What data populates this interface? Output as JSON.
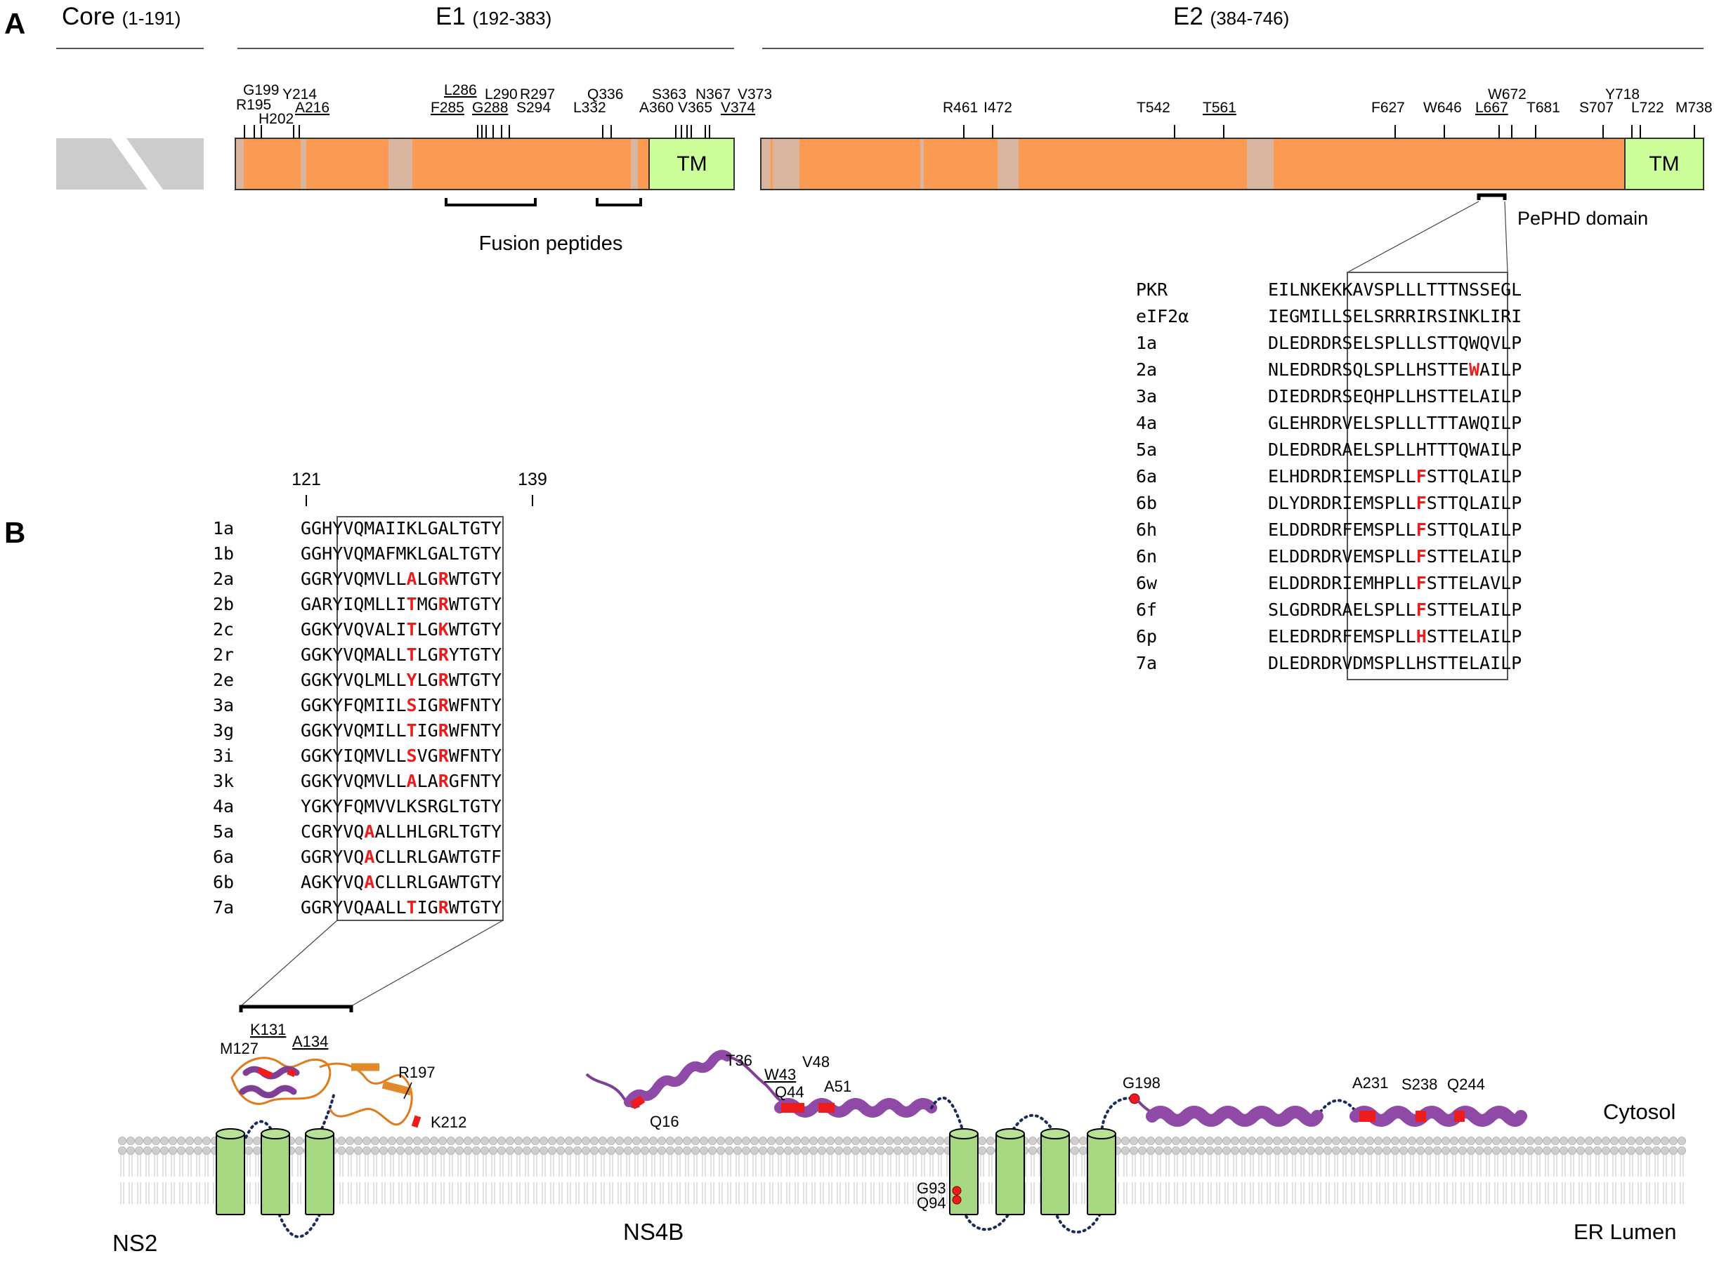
{
  "colors": {
    "domain": "#fb9a52",
    "sub_region": "#d9b5a0",
    "tm": "#ccff99",
    "core": "#cccccc",
    "highlight": "#ee1c1c",
    "helix": "#7e3f94",
    "cylinder": "#a6d882",
    "membrane": "#cccccc"
  },
  "panel_a": {
    "label": "A",
    "headers": {
      "core": "Core",
      "core_range": "(1-191)",
      "e1": "E1",
      "e1_range": "(192-383)",
      "e2": "E2",
      "e2_range": "(384-746)"
    },
    "tm_label": "TM",
    "fusion_label": "Fusion peptides",
    "pephd_label": "PePHD domain",
    "e1_sites": [
      {
        "text": "G199",
        "u": false
      },
      {
        "text": "R195",
        "u": false
      },
      {
        "text": "H202",
        "u": false
      },
      {
        "text": "Y214",
        "u": false
      },
      {
        "text": "A216",
        "u": true
      },
      {
        "text": "L286",
        "u": true
      },
      {
        "text": "F285",
        "u": true
      },
      {
        "text": "G288",
        "u": true
      },
      {
        "text": "L290",
        "u": false
      },
      {
        "text": "R297",
        "u": false
      },
      {
        "text": "S294",
        "u": false
      },
      {
        "text": "Q336",
        "u": false
      },
      {
        "text": "L332",
        "u": false
      },
      {
        "text": "S363",
        "u": false
      },
      {
        "text": "A360",
        "u": false
      },
      {
        "text": "N367",
        "u": false
      },
      {
        "text": "V365",
        "u": false
      },
      {
        "text": "V373",
        "u": false
      },
      {
        "text": "V374",
        "u": true
      }
    ],
    "e2_sites": [
      {
        "text": "R461",
        "u": false
      },
      {
        "text": "I472",
        "u": false
      },
      {
        "text": "T542",
        "u": false
      },
      {
        "text": "T561",
        "u": true
      },
      {
        "text": "F627",
        "u": false
      },
      {
        "text": "W646",
        "u": false
      },
      {
        "text": "W672",
        "u": false
      },
      {
        "text": "L667",
        "u": true
      },
      {
        "text": "T681",
        "u": false
      },
      {
        "text": "Y718",
        "u": false
      },
      {
        "text": "S707",
        "u": false
      },
      {
        "text": "L722",
        "u": false
      },
      {
        "text": "M738",
        "u": false
      }
    ],
    "alignment": [
      {
        "name": "PKR",
        "seq": "EILNKEKKAVSPLLLTTTNSSEGL",
        "hl": []
      },
      {
        "name": "eIF2α",
        "seq": "IEGMILLSELSRRRIRSINKLIRI",
        "hl": []
      },
      {
        "name": "1a",
        "seq": "DLEDRDRSELSPLLLSTTQWQVLP",
        "hl": []
      },
      {
        "name": "2a",
        "seq": "NLEDRDRSQLSPLLHSTTEWAILP",
        "hl": [
          19
        ]
      },
      {
        "name": "3a",
        "seq": "DIEDRDRSEQHPLLHSTTELAILP",
        "hl": []
      },
      {
        "name": "4a",
        "seq": "GLEHRDRVELSPLLLTTTAWQILP",
        "hl": []
      },
      {
        "name": "5a",
        "seq": "DLEDRDRAELSPLLHTTTQWAILP",
        "hl": []
      },
      {
        "name": "6a",
        "seq": "ELHDRDRIEMSPLLFSTTQLAILP",
        "hl": [
          14
        ]
      },
      {
        "name": "6b",
        "seq": "DLYDRDRIEMSPLLFSTTQLAILP",
        "hl": [
          14
        ]
      },
      {
        "name": "6h",
        "seq": "ELDDRDRFEMSPLLFSTTQLAILP",
        "hl": [
          14
        ]
      },
      {
        "name": "6n",
        "seq": "ELDDRDRVEMSPLLFSTTELAILP",
        "hl": [
          14
        ]
      },
      {
        "name": "6w",
        "seq": "ELDDRDRIEMHPLLFSTTELAVLP",
        "hl": [
          14
        ]
      },
      {
        "name": "6f",
        "seq": "SLGDRDRAELSPLLFSTTELAILP",
        "hl": [
          14
        ]
      },
      {
        "name": "6p",
        "seq": "ELEDRDRFEMSPLLHSTTELAILP",
        "hl": [
          14
        ]
      },
      {
        "name": "7a",
        "seq": "DLEDRDRVDMSPLLHSTTELAILP",
        "hl": []
      }
    ]
  },
  "panel_b": {
    "label": "B",
    "pos_start": "121",
    "pos_end": "139",
    "alignment": [
      {
        "name": "1a",
        "seq": "GGHYVQMAIIKLGALTGTY",
        "hl": []
      },
      {
        "name": "1b",
        "seq": "GGHYVQMAFMKLGALTGTY",
        "hl": []
      },
      {
        "name": "2a",
        "seq": "GGRYVQMVLLALGRWTGTY",
        "hl": [
          10,
          13
        ]
      },
      {
        "name": "2b",
        "seq": "GARYIQMLLITMGRWTGTY",
        "hl": [
          10,
          13
        ]
      },
      {
        "name": "2c",
        "seq": "GGKYVQVALITLGKWTGTY",
        "hl": [
          10,
          13
        ]
      },
      {
        "name": "2r",
        "seq": "GGKYVQMALLTLGRYTGTY",
        "hl": [
          10,
          13
        ]
      },
      {
        "name": "2e",
        "seq": "GGKYVQLMLLYLGRWTGTY",
        "hl": [
          10,
          13
        ]
      },
      {
        "name": "3a",
        "seq": "GGKYFQMIILSIGRWFNTY",
        "hl": [
          10,
          13
        ]
      },
      {
        "name": "3g",
        "seq": "GGKYVQMILLTIGRWFNTY",
        "hl": [
          10,
          13
        ]
      },
      {
        "name": "3i",
        "seq": "GGKYIQMVLLSVGRWFNTY",
        "hl": [
          10,
          13
        ]
      },
      {
        "name": "3k",
        "seq": "GGKYVQMVLLALARGFNTY",
        "hl": [
          10,
          13
        ]
      },
      {
        "name": "4a",
        "seq": "YGKYFQMVVLKSRGLTGTY",
        "hl": []
      },
      {
        "name": "5a",
        "seq": "CGRYVQAALLHLGRLTGTY",
        "hl": [
          6
        ]
      },
      {
        "name": "6a",
        "seq": "GGRYVQACLLRLGAWTGTF",
        "hl": [
          6
        ]
      },
      {
        "name": "6b",
        "seq": "AGKYVQACLLRLGAWTGTY",
        "hl": [
          6
        ]
      },
      {
        "name": "7a",
        "seq": "GGRYVQAALLTIGRWTGTY",
        "hl": [
          10,
          13
        ]
      }
    ],
    "ns2_label": "NS2",
    "ns4b_label": "NS4B",
    "cytosol_label": "Cytosol",
    "lumen_label": "ER Lumen",
    "ns2_residues": [
      {
        "text": "M127",
        "u": false
      },
      {
        "text": "K131",
        "u": true
      },
      {
        "text": "A134",
        "u": true
      },
      {
        "text": "R197",
        "u": false
      },
      {
        "text": "K212",
        "u": false
      }
    ],
    "ns4b_residues": [
      {
        "text": "T36",
        "u": false
      },
      {
        "text": "V48",
        "u": false
      },
      {
        "text": "W43",
        "u": true
      },
      {
        "text": "Q44",
        "u": false
      },
      {
        "text": "A51",
        "u": false
      },
      {
        "text": "Q16",
        "u": false
      },
      {
        "text": "G198",
        "u": false
      },
      {
        "text": "A231",
        "u": false
      },
      {
        "text": "S238",
        "u": false
      },
      {
        "text": "Q244",
        "u": false
      },
      {
        "text": "G93",
        "u": false
      },
      {
        "text": "Q94",
        "u": false
      }
    ]
  }
}
